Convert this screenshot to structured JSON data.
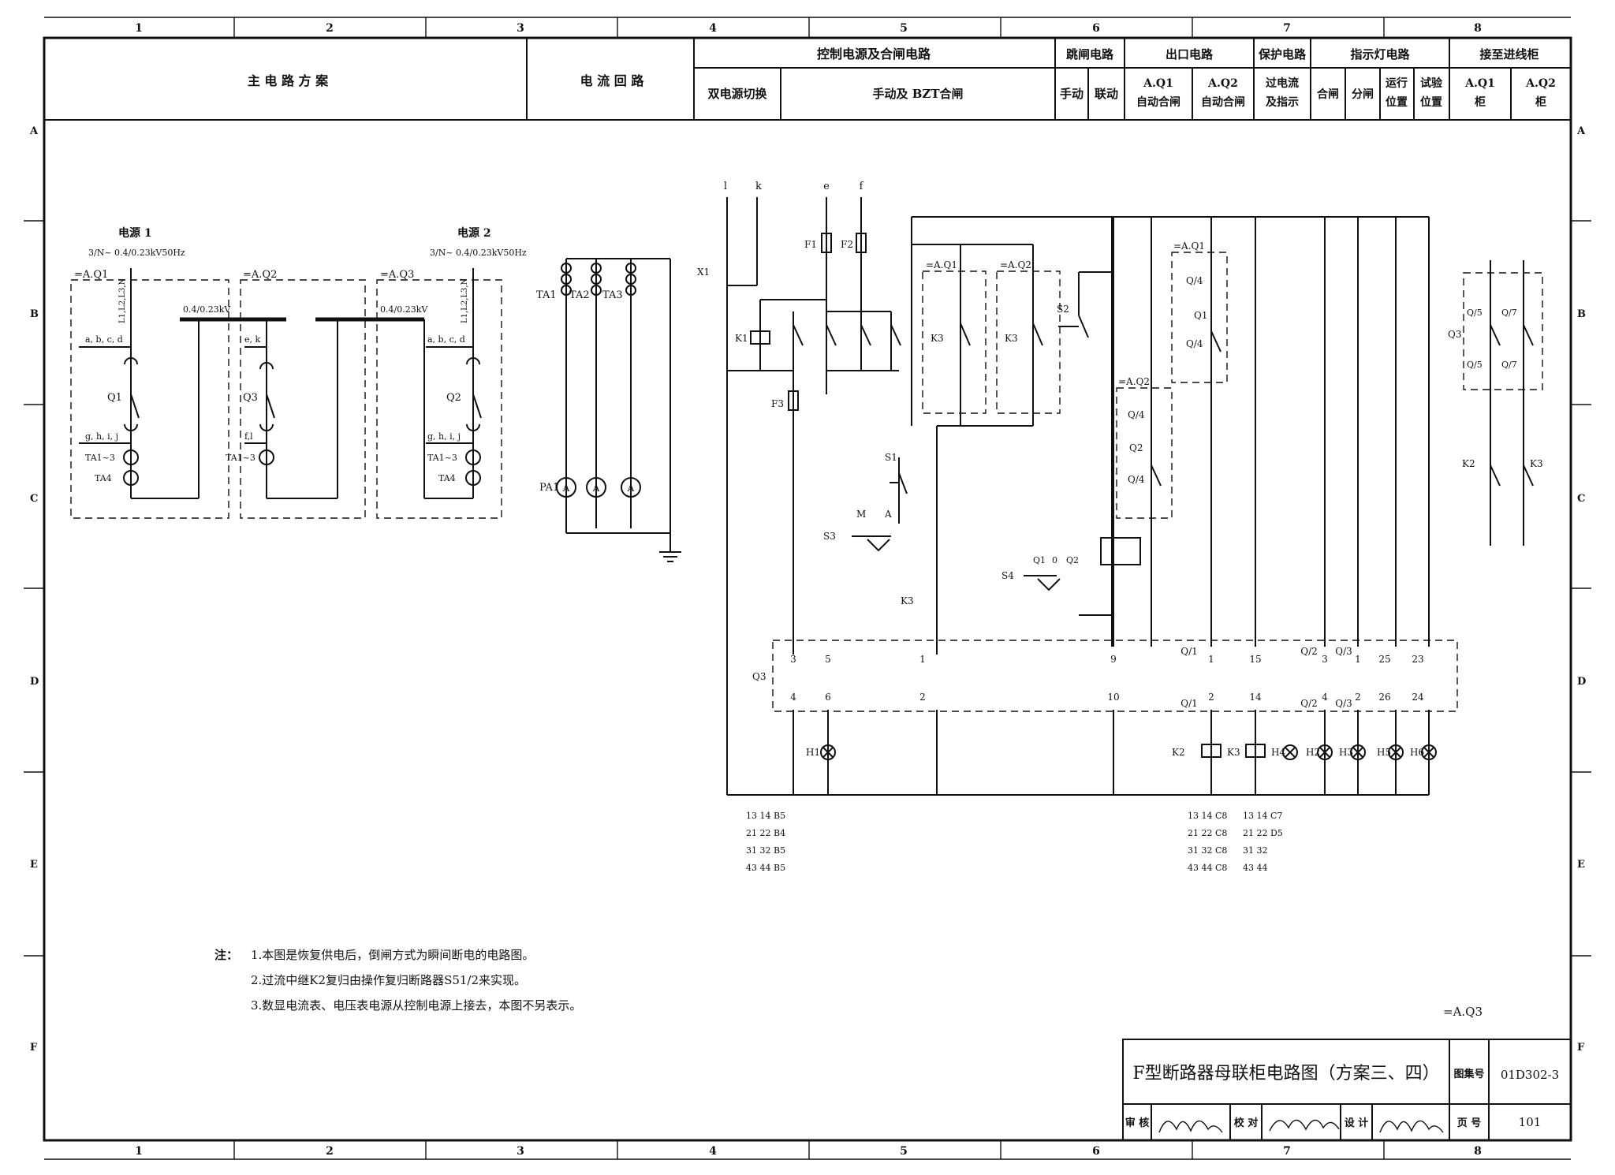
{
  "frame": {
    "col_markers": [
      "1",
      "2",
      "3",
      "4",
      "5",
      "6",
      "7",
      "8"
    ],
    "row_markers": [
      "A",
      "B",
      "C",
      "D",
      "E",
      "F"
    ]
  },
  "header": {
    "main_circuit": "主 电 路 方 案",
    "current_loop": "电 流 回 路",
    "control_power": "控制电源及合闸电路",
    "dual_power": "双电源切换",
    "manual_bzt": "手动及 BZT合闸",
    "trip_circuit": "跳闸电路",
    "trip_manual": "手动",
    "trip_linked": "联动",
    "outlet_circuit": "出口电路",
    "aq1_auto_1": "A.Q1",
    "aq1_auto_2": "自动合闸",
    "aq2_auto_1": "A.Q2",
    "aq2_auto_2": "自动合闸",
    "protect_circuit": "保护电路",
    "overcurrent_1": "过电流",
    "overcurrent_2": "及指示",
    "indicator_circuit": "指示灯电路",
    "ind_close": "合闸",
    "ind_open": "分闸",
    "ind_run_1": "运行",
    "ind_run_2": "位置",
    "ind_test_1": "试验",
    "ind_test_2": "位置",
    "incoming": "接至进线柜",
    "in_aq1_1": "A.Q1",
    "in_aq1_2": "柜",
    "in_aq2_1": "A.Q2",
    "in_aq2_2": "柜"
  },
  "main_circuit": {
    "source1_title": "电源 1",
    "source1_spec": "3/N~ 0.4/0.23kV50Hz",
    "source2_title": "电源 2",
    "source2_spec": "3/N~ 0.4/0.23kV50Hz",
    "cab1": "=A.Q1",
    "cab2": "=A.Q2",
    "cab3": "=A.Q3",
    "bus_left": "0.4/0.23kV",
    "bus_right": "0.4/0.23kV",
    "l_label": "L1,L2,L3,N",
    "r_label": "L1,L2,L3,N",
    "abcd_left": "a, b, c, d",
    "ek": "e, k",
    "abcd_right": "a, b, c, d",
    "q1": "Q1",
    "q3": "Q3",
    "q2": "Q2",
    "ghij_left": "g, h, i, j",
    "fl": "f,l",
    "ghij_right": "g, h, i, j",
    "ta13_left": "TA1~3",
    "ta4_left": "TA4",
    "ta13_mid": "TA1~3",
    "ta13_right": "TA1~3",
    "ta4_right": "TA4"
  },
  "current_loop": {
    "ta1": "TA1",
    "ta2": "TA2",
    "ta3": "TA3",
    "pa1": "PA1",
    "meter": "A"
  },
  "control": {
    "top_l": "l",
    "top_k": "k",
    "top_e": "e",
    "top_f": "f",
    "x1": "X1",
    "f1": "F1",
    "f2": "F2",
    "f3": "F3",
    "k1": "K1",
    "k3": "K3",
    "k2": "K2",
    "s1": "S1",
    "s2": "S2",
    "s3": "S3",
    "s4": "S4",
    "s3_m": "M",
    "s3_a": "A",
    "s4_q1": "Q1",
    "s4_0": "0",
    "s4_q2": "Q2",
    "aq1": "=A.Q1",
    "aq2": "=A.Q2",
    "q4": "Q/4",
    "q5": "Q/5",
    "q7": "Q/7",
    "q1_label": "Q1",
    "q2_label": "Q2",
    "q3_label": "Q3",
    "q_terminals_top": [
      "3",
      "5",
      "1",
      "9",
      "Q/1",
      "1",
      "15",
      "Q/2",
      "3",
      "Q/3",
      "1",
      "25",
      "23"
    ],
    "q_terminals_bottom": [
      "4",
      "6",
      "2",
      "10",
      "Q/1",
      "2",
      "14",
      "Q/2",
      "4",
      "Q/3",
      "2",
      "26",
      "24"
    ],
    "lamps": [
      "H1",
      "H2",
      "H3",
      "H4",
      "H5",
      "H6"
    ],
    "contact_blocks_left": [
      "13 14 B5",
      "21 22 B4",
      "31 32 B5",
      "43 44 B5"
    ],
    "contact_blocks_mid": [
      "13 14 C8",
      "21 22 C8",
      "31 32 C8",
      "43 44 C8"
    ],
    "contact_blocks_right": [
      "13 14 C7",
      "21 22 D5",
      "31 32",
      "43 44"
    ]
  },
  "notes": {
    "label": "注：",
    "n1": "1.本图是恢复供电后，倒闸方式为瞬间断电的电路图。",
    "n2": "2.过流中继K2复归由操作复归断路器S51/2来实现。",
    "n3": "3.数显电流表、电压表电源从控制电源上接去，本图不另表示。"
  },
  "title_block": {
    "aq3": "=A.Q3",
    "title": "F型断路器母联柜电路图（方案三、四）",
    "atlas_label": "图集号",
    "atlas_no": "01D302-3",
    "review": "审 核",
    "check": "校 对",
    "design": "设 计",
    "page_label": "页 号",
    "page_no": "101"
  }
}
